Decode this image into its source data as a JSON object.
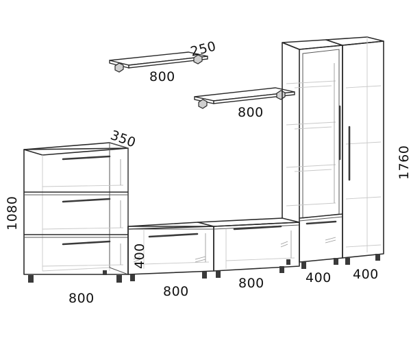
{
  "dimensions": {
    "shelf_top_depth": "250",
    "shelf_top_width": "800",
    "shelf_mid_width": "800",
    "cabinet_depth": "350",
    "left_stack_height": "1080",
    "low_unit_height": "400",
    "tall_unit_height": "1760",
    "width_left_stack": "800",
    "width_low_unit_1": "800",
    "width_low_unit_2": "800",
    "width_glass_column": "400",
    "width_tall_column": "400"
  }
}
